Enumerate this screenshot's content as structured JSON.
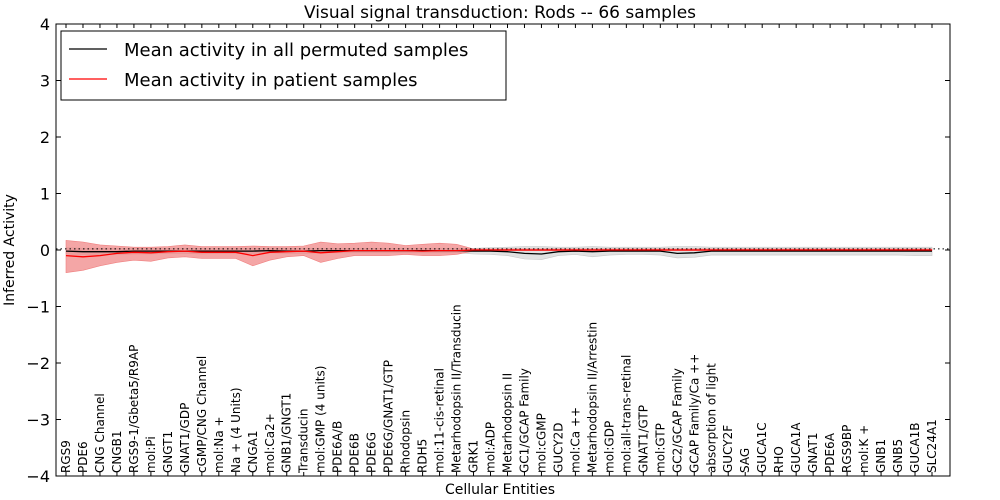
{
  "chart_data": {
    "type": "line",
    "title": "Visual signal transduction: Rods -- 66 samples",
    "xlabel": "Cellular Entities",
    "ylabel": "Inferred Activity",
    "ylim": [
      -4,
      4
    ],
    "yticks": [
      -4,
      -3,
      -2,
      -1,
      0,
      1,
      2,
      3,
      4
    ],
    "ytick_labels": [
      "−4",
      "−3",
      "−2",
      "−1",
      "0",
      "1",
      "2",
      "3",
      "4"
    ],
    "grid": false,
    "legend_position": "top-left",
    "categories": [
      "RGS9",
      "PDE6",
      "CNG Channel",
      "CNGB1",
      "RGS9-1/Gbeta5/R9AP",
      "mol:Pi",
      "GNGT1",
      "GNAT1/GDP",
      "cGMP/CNG Channel",
      "mol:Na +",
      "Na + (4 Units)",
      "CNGA1",
      "mol:Ca2+",
      "GNB1/GNGT1",
      "Transducin",
      "mol:GMP (4 units)",
      "PDE6A/B",
      "PDE6B",
      "PDE6G",
      "PDE6G/GNAT1/GTP",
      "Rhodopsin",
      "RDH5",
      "mol:11-cis-retinal",
      "Metarhodopsin II/Transducin",
      "GRK1",
      "mol:ADP",
      "Metarhodopsin II",
      "GC1/GCAP Family",
      "mol:cGMP",
      "GUCY2D",
      "mol:Ca ++",
      "Metarhodopsin II/Arrestin",
      "mol:GDP",
      "mol:all-trans-retinal",
      "GNAT1/GTP",
      "mol:GTP",
      "GC2/GCAP Family",
      "GCAP Family/Ca ++",
      "absorption of light",
      "GUCY2F",
      "SAG",
      "GUCA1C",
      "RHO",
      "GUCA1A",
      "GNAT1",
      "PDE6A",
      "RGS9BP",
      "mol:K +",
      "GNB1",
      "GNB5",
      "GUCA1B",
      "SLC24A1"
    ],
    "series": [
      {
        "name": "Mean activity in all permuted samples",
        "color": "#000000",
        "band_color": "#c8c8c8",
        "values": [
          -0.02,
          -0.03,
          -0.03,
          -0.03,
          -0.02,
          -0.02,
          -0.02,
          -0.02,
          -0.02,
          -0.02,
          -0.02,
          -0.02,
          -0.01,
          -0.02,
          -0.02,
          -0.01,
          -0.01,
          -0.01,
          -0.01,
          -0.01,
          -0.01,
          -0.01,
          -0.01,
          -0.01,
          -0.02,
          -0.02,
          -0.03,
          -0.06,
          -0.07,
          -0.03,
          -0.02,
          -0.03,
          -0.02,
          -0.02,
          -0.02,
          -0.02,
          -0.06,
          -0.05,
          -0.02,
          -0.02,
          -0.02,
          -0.02,
          -0.02,
          -0.02,
          -0.02,
          -0.02,
          -0.02,
          -0.02,
          -0.02,
          -0.02,
          -0.02,
          -0.02
        ],
        "lower": [
          -0.07,
          -0.08,
          -0.08,
          -0.08,
          -0.07,
          -0.07,
          -0.06,
          -0.06,
          -0.07,
          -0.06,
          -0.06,
          -0.06,
          -0.05,
          -0.06,
          -0.06,
          -0.05,
          -0.05,
          -0.05,
          -0.05,
          -0.05,
          -0.05,
          -0.05,
          -0.05,
          -0.05,
          -0.07,
          -0.08,
          -0.1,
          -0.16,
          -0.17,
          -0.1,
          -0.08,
          -0.12,
          -0.09,
          -0.08,
          -0.08,
          -0.09,
          -0.14,
          -0.13,
          -0.09,
          -0.09,
          -0.09,
          -0.09,
          -0.09,
          -0.09,
          -0.09,
          -0.09,
          -0.09,
          -0.09,
          -0.09,
          -0.09,
          -0.1,
          -0.1
        ],
        "upper": [
          0.04,
          0.03,
          0.03,
          0.03,
          0.03,
          0.03,
          0.03,
          0.03,
          0.03,
          0.03,
          0.03,
          0.03,
          0.03,
          0.03,
          0.03,
          0.03,
          0.03,
          0.03,
          0.03,
          0.03,
          0.03,
          0.03,
          0.03,
          0.03,
          0.03,
          0.04,
          0.05,
          0.06,
          0.06,
          0.05,
          0.05,
          0.06,
          0.05,
          0.05,
          0.05,
          0.05,
          0.06,
          0.06,
          0.05,
          0.05,
          0.05,
          0.05,
          0.05,
          0.05,
          0.05,
          0.05,
          0.05,
          0.05,
          0.05,
          0.05,
          0.05,
          0.05
        ]
      },
      {
        "name": "Mean activity in patient samples",
        "color": "#ff0000",
        "band_color": "#f08080",
        "values": [
          -0.1,
          -0.12,
          -0.1,
          -0.06,
          -0.04,
          -0.05,
          -0.03,
          -0.02,
          -0.04,
          -0.04,
          -0.04,
          -0.1,
          -0.04,
          -0.03,
          -0.02,
          -0.05,
          -0.03,
          -0.01,
          -0.01,
          -0.01,
          -0.01,
          -0.02,
          -0.01,
          -0.01,
          0.0,
          0.0,
          0.0,
          0.0,
          0.0,
          0.0,
          0.0,
          0.0,
          0.0,
          0.0,
          0.0,
          0.0,
          0.0,
          0.0,
          0.0,
          0.0,
          0.0,
          0.0,
          0.0,
          0.0,
          0.0,
          0.0,
          0.0,
          0.0,
          0.0,
          0.0,
          0.0,
          0.0
        ],
        "lower": [
          -0.4,
          -0.36,
          -0.28,
          -0.22,
          -0.18,
          -0.2,
          -0.14,
          -0.12,
          -0.15,
          -0.15,
          -0.15,
          -0.28,
          -0.18,
          -0.12,
          -0.1,
          -0.22,
          -0.15,
          -0.1,
          -0.1,
          -0.1,
          -0.08,
          -0.1,
          -0.1,
          -0.08,
          -0.02,
          -0.01,
          -0.01,
          -0.01,
          -0.01,
          -0.01,
          -0.01,
          -0.01,
          -0.01,
          -0.01,
          -0.01,
          -0.01,
          -0.01,
          -0.01,
          -0.01,
          -0.01,
          -0.01,
          -0.01,
          -0.01,
          -0.01,
          -0.01,
          -0.01,
          -0.01,
          -0.01,
          -0.01,
          -0.01,
          -0.01,
          -0.01
        ],
        "upper": [
          0.17,
          0.14,
          0.09,
          0.07,
          0.05,
          0.05,
          0.06,
          0.09,
          0.06,
          0.06,
          0.06,
          0.07,
          0.06,
          0.06,
          0.07,
          0.14,
          0.11,
          0.12,
          0.14,
          0.12,
          0.08,
          0.1,
          0.12,
          0.1,
          0.02,
          0.02,
          0.02,
          0.02,
          0.02,
          0.02,
          0.02,
          0.02,
          0.02,
          0.02,
          0.02,
          0.02,
          0.02,
          0.02,
          0.02,
          0.02,
          0.02,
          0.02,
          0.02,
          0.02,
          0.02,
          0.02,
          0.02,
          0.02,
          0.02,
          0.02,
          0.02,
          0.02
        ]
      }
    ],
    "reference_line": 0.02
  }
}
